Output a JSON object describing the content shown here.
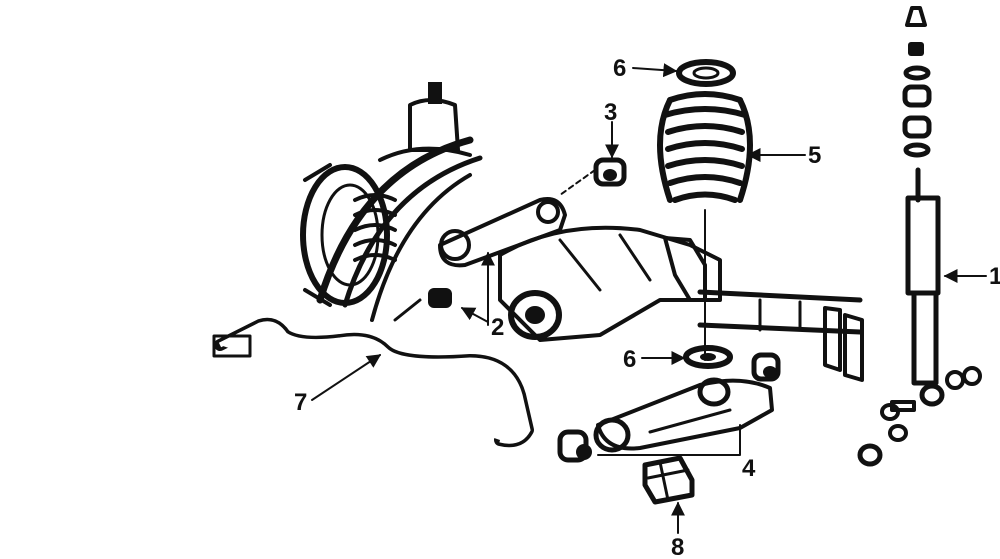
{
  "callouts": {
    "shock_absorber": "1",
    "control_arm_bushing": "2",
    "stabilizer_bushing": "3",
    "lower_control_arm": "4",
    "coil_spring": "5",
    "spring_insulator_upper": "6",
    "spring_insulator_lower": "6",
    "stabilizer_bar": "7",
    "bumper": "8"
  },
  "colors": {
    "ink": "#111111",
    "paper": "#ffffff"
  }
}
